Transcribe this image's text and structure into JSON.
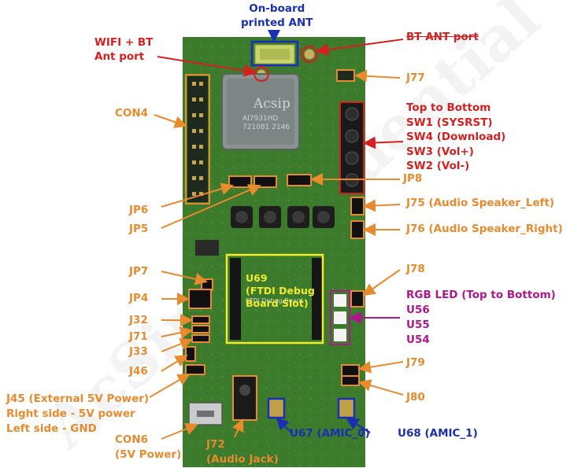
{
  "chip": {
    "brand": "Acsip",
    "line1": "AI7931HD",
    "line2": "721081 2146"
  },
  "module_silk": "FTDI Debug Board",
  "watermark_text": "AcSip Confidential",
  "labels": {
    "onboard_ant": "On-board\nprinted ANT",
    "wifi_bt_ant": "WIFI + BT\nAnt port",
    "bt_ant_port": "BT ANT port",
    "j77": "J77",
    "con4": "CON4",
    "switches": "Top to Bottom\nSW1 (SYSRST)\nSW4 (Download)\nSW3 (Vol+)\nSW2 (Vol-)",
    "jp8": "JP8",
    "j75": "J75 (Audio Speaker_Left)",
    "jp6": "JP6",
    "j76": "J76 (Audio Speaker_Right)",
    "jp5": "JP5",
    "jp7": "JP7",
    "u69": "U69\n(FTDI Debug\nBoard Slot)",
    "j78": "J78",
    "jp4": "JP4",
    "rgb_led": "RGB LED (Top to Bottom)\nU56\nU55\nU54",
    "j32": "J32",
    "j71": "J71",
    "j33": "J33",
    "j46": "J46",
    "j79": "J79",
    "j45": "J45 (External 5V Power)\nRight side - 5V power\nLeft side - GND",
    "j80": "J80",
    "con6": "CON6\n(5V Power)",
    "j72": "J72\n(Audio Jack)",
    "u67": "U67 (AMIC_0)",
    "u68": "U68 (AMIC_1)"
  },
  "colors": {
    "pcb": "#3c7a2c",
    "orange": "#e88a2e",
    "red": "#d81f1f",
    "blue": "#1a2fb3",
    "magenta": "#b0178e",
    "yellow": "#f2ea2a"
  }
}
